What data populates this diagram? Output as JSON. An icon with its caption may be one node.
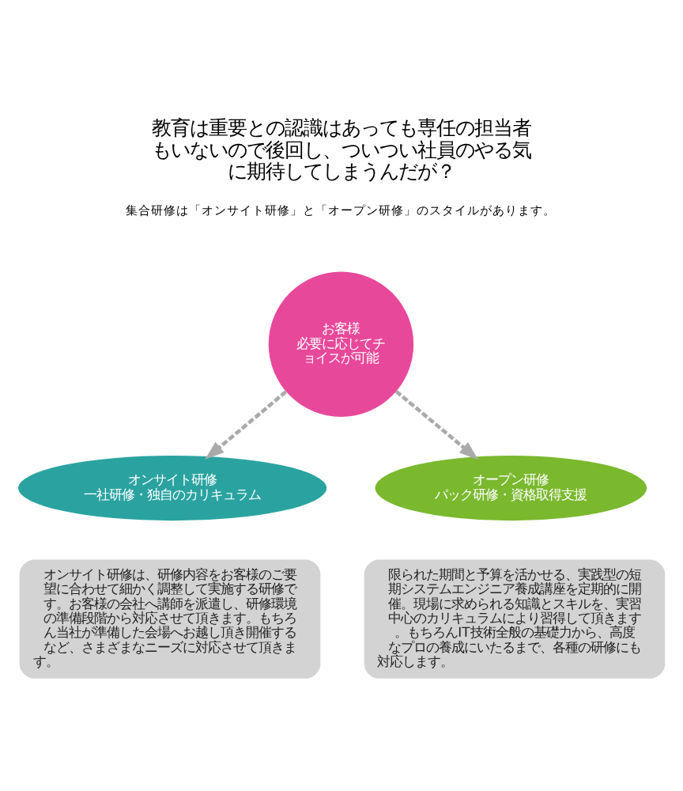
{
  "diagram": {
    "title": "教育は重要との認識はあっても専任の担当者もいないので後回し、ついつい社員のやる気に期待してしまうんだが？",
    "nodes": [
      {
        "text": [
          "お客様",
          "必要に応じてチョイスが可能"
        ]
      },
      {
        "text": [
          "オンサイト研修",
          "一社研修・独自のカリキュラム"
        ]
      },
      {
        "text": [
          "オープン研修",
          "パック研修・資格取得支援"
        ]
      },
      {
        "text": [
          "オンサイト研修は、研修内容をお客様のご要望に合わせて細かく調整して実施する研修です。お客様の会社へ講師を派遣し、研修環境の準備段階から対応させて頂きます。もちろん当社が準備した会場へお越し頂き開催するなど、さまざまなニーズに対応させて頂きます。"
        ]
      },
      {
        "text": [
          "限られた期間と予算を活かせる、実践型の短期システムエンジニア養成講座を定期的に開催。現場に求められる知識とスキルを、実習中心のカリキュラムにより習得して頂きます。もちろんIT技術全般の基礎力から、高度なプロの養成にいたるまで、各種の研修にも対応します。"
        ]
      }
    ],
    "edges": [
      {
        "from": 0,
        "to": 1,
        "arrow": "to",
        "style": "dashed"
      },
      {
        "from": 0,
        "to": 2,
        "arrow": "to",
        "style": "dashed"
      }
    ],
    "labels": [
      "集合研修は「オンサイト研修」と「オープン研修」のスタイルがあります。"
    ]
  }
}
